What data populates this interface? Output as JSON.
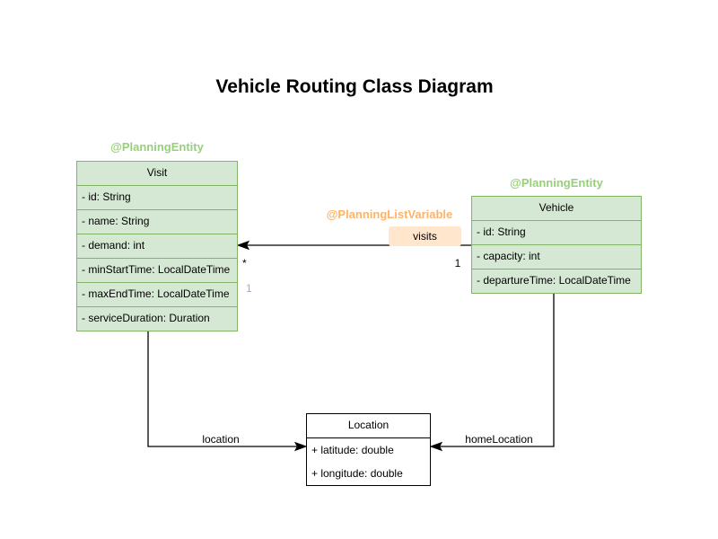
{
  "title": "Vehicle Routing Class Diagram",
  "colors": {
    "class_fill_green": "#d5e8d4",
    "class_border_green": "#82b366",
    "annotation_green": "#97d077",
    "annotation_orange": "#ffb366",
    "label_fill_orange": "#ffe6cc",
    "multiplicity_purple": "#b5a0d0",
    "location_fill": "#ffffff",
    "location_border": "#000000",
    "edge_color": "#000000"
  },
  "classes": {
    "visit": {
      "annotation": "@PlanningEntity",
      "name": "Visit",
      "attributes": [
        "- id: String",
        "- name: String",
        "- demand: int",
        "- minStartTime: LocalDateTime",
        "- maxEndTime: LocalDateTime",
        "- serviceDuration: Duration"
      ]
    },
    "vehicle": {
      "annotation": "@PlanningEntity",
      "name": "Vehicle",
      "attributes": [
        "- id: String",
        "- capacity: int",
        "- departureTime: LocalDateTime"
      ]
    },
    "location": {
      "name": "Location",
      "attributes": [
        "+ latitude: double",
        "+ longitude: double"
      ]
    }
  },
  "relationships": {
    "visits": {
      "annotation": "@PlanningListVariable",
      "label": "visits",
      "target_multiplicity": "*",
      "source_multiplicity": "1",
      "faded_multiplicity": "1"
    },
    "location_edge": {
      "label": "location"
    },
    "home_location_edge": {
      "label": "homeLocation"
    }
  }
}
